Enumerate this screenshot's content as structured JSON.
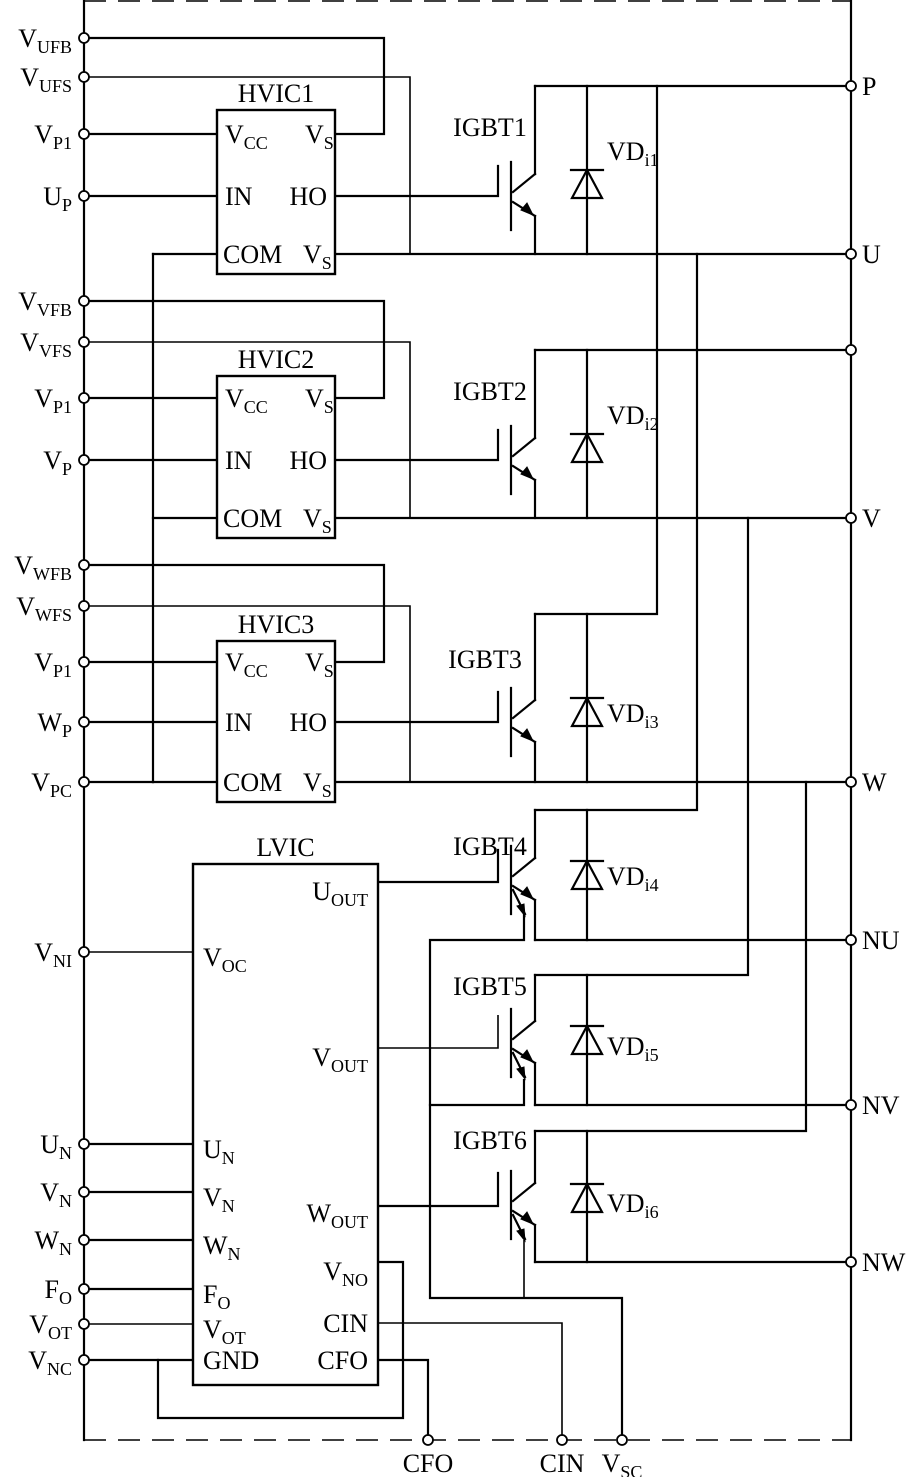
{
  "diagram": {
    "title": "IPM internal circuit (HVIC / LVIC / IGBT inverter bridge)",
    "left_pins": [
      {
        "id": "VUFB",
        "main": "V",
        "sub": "UFB"
      },
      {
        "id": "VUFS",
        "main": "V",
        "sub": "UFS"
      },
      {
        "id": "VP1a",
        "main": "V",
        "sub": "P1"
      },
      {
        "id": "UP",
        "main": "U",
        "sub": "P"
      },
      {
        "id": "VVFB",
        "main": "V",
        "sub": "VFB"
      },
      {
        "id": "VVFS",
        "main": "V",
        "sub": "VFS"
      },
      {
        "id": "VP1b",
        "main": "V",
        "sub": "P1"
      },
      {
        "id": "VP",
        "main": "V",
        "sub": "P"
      },
      {
        "id": "VWFB",
        "main": "V",
        "sub": "WFB"
      },
      {
        "id": "VWFS",
        "main": "V",
        "sub": "WFS"
      },
      {
        "id": "VP1c",
        "main": "V",
        "sub": "P1"
      },
      {
        "id": "WP",
        "main": "W",
        "sub": "P"
      },
      {
        "id": "VPC",
        "main": "V",
        "sub": "PC"
      },
      {
        "id": "VNI",
        "main": "V",
        "sub": "NI"
      },
      {
        "id": "UN",
        "main": "U",
        "sub": "N"
      },
      {
        "id": "VN",
        "main": "V",
        "sub": "N"
      },
      {
        "id": "WN",
        "main": "W",
        "sub": "N"
      },
      {
        "id": "FO",
        "main": "F",
        "sub": "O"
      },
      {
        "id": "VOT",
        "main": "V",
        "sub": "OT"
      },
      {
        "id": "VNC",
        "main": "V",
        "sub": "NC"
      }
    ],
    "right_pins": [
      {
        "id": "P",
        "label": "P"
      },
      {
        "id": "U",
        "label": "U"
      },
      {
        "id": "unlabeled",
        "label": ""
      },
      {
        "id": "V",
        "label": "V"
      },
      {
        "id": "W",
        "label": "W"
      },
      {
        "id": "NU",
        "label": "NU"
      },
      {
        "id": "NV",
        "label": "NV"
      },
      {
        "id": "NW",
        "label": "NW"
      }
    ],
    "bottom_pins": [
      {
        "id": "CFO",
        "main": "CFO",
        "sub": ""
      },
      {
        "id": "CIN",
        "main": "CIN",
        "sub": ""
      },
      {
        "id": "VSC",
        "main": "V",
        "sub": "SC"
      }
    ],
    "hvics": [
      {
        "name": "HVIC1",
        "pins": {
          "vcc": "V",
          "vcc_sub": "CC",
          "vs_top": "V",
          "vs_top_sub": "S",
          "in": "IN",
          "ho": "HO",
          "com": "COM",
          "vs_bot": "V",
          "vs_bot_sub": "S"
        }
      },
      {
        "name": "HVIC2",
        "pins": {
          "vcc": "V",
          "vcc_sub": "CC",
          "vs_top": "V",
          "vs_top_sub": "S",
          "in": "IN",
          "ho": "HO",
          "com": "COM",
          "vs_bot": "V",
          "vs_bot_sub": "S"
        }
      },
      {
        "name": "HVIC3",
        "pins": {
          "vcc": "V",
          "vcc_sub": "CC",
          "vs_top": "V",
          "vs_top_sub": "S",
          "in": "IN",
          "ho": "HO",
          "com": "COM",
          "vs_bot": "V",
          "vs_bot_sub": "S"
        }
      }
    ],
    "lvic": {
      "name": "LVIC",
      "left_pins": [
        {
          "main": "V",
          "sub": "OC"
        },
        {
          "main": "U",
          "sub": "N"
        },
        {
          "main": "V",
          "sub": "N"
        },
        {
          "main": "W",
          "sub": "N"
        },
        {
          "main": "F",
          "sub": "O"
        },
        {
          "main": "V",
          "sub": "OT"
        },
        {
          "main": "GND",
          "sub": ""
        }
      ],
      "right_pins": [
        {
          "main": "U",
          "sub": "OUT"
        },
        {
          "main": "V",
          "sub": "OUT"
        },
        {
          "main": "W",
          "sub": "OUT"
        },
        {
          "main": "V",
          "sub": "NO"
        },
        {
          "main": "CIN",
          "sub": ""
        },
        {
          "main": "CFO",
          "sub": ""
        }
      ]
    },
    "igbts": [
      "IGBT1",
      "IGBT2",
      "IGBT3",
      "IGBT4",
      "IGBT5",
      "IGBT6"
    ],
    "diodes": [
      {
        "main": "VD",
        "sub": "i1"
      },
      {
        "main": "VD",
        "sub": "i2"
      },
      {
        "main": "VD",
        "sub": "i3"
      },
      {
        "main": "VD",
        "sub": "i4"
      },
      {
        "main": "VD",
        "sub": "i5"
      },
      {
        "main": "VD",
        "sub": "i6"
      }
    ]
  }
}
